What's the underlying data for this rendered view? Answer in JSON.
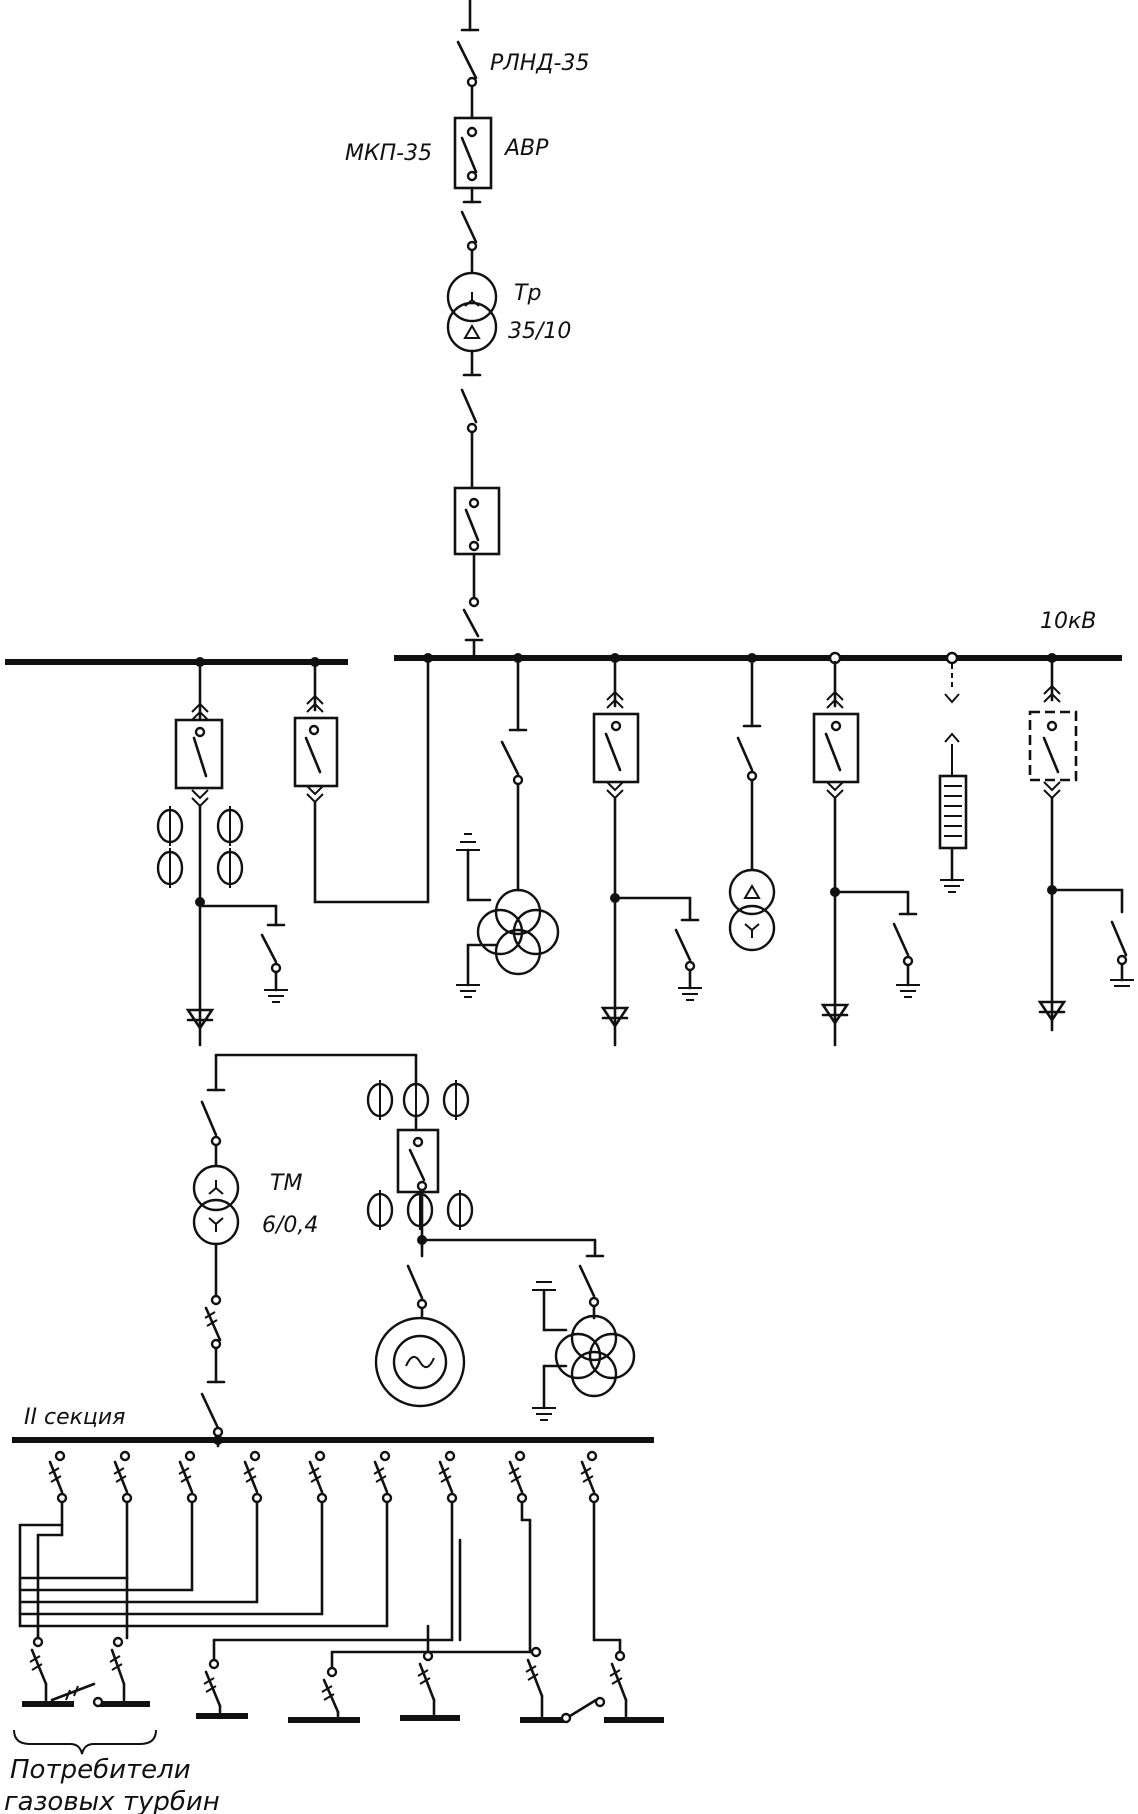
{
  "labels": {
    "rlnd": "РЛНД-35",
    "mkp": "МКП-35",
    "avr": "АВР",
    "tr_name": "Тр",
    "tr_ratio": "35/10",
    "bus_voltage": "10кВ",
    "tm_name": "ТМ",
    "tm_ratio": "6/0,4",
    "section": "II секция",
    "consumers_line1": "Потребители",
    "consumers_line2": "газовых турбин"
  },
  "icons": {
    "switch": "disconnector-icon",
    "breaker": "circuit-breaker-icon",
    "transformer": "transformer-icon",
    "ground": "ground-icon",
    "generator": "generator-icon",
    "current_transformer": "current-transformer-icon",
    "arrester": "surge-arrester-icon",
    "cable": "cable-end-icon"
  }
}
